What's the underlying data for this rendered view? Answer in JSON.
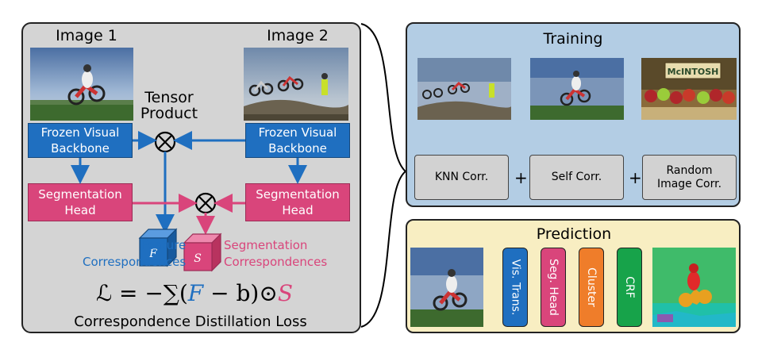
{
  "left": {
    "image1_label": "Image 1",
    "image2_label": "Image 2",
    "tensor_product": "Tensor\nProduct",
    "backbone_left": "Frozen Visual\nBackbone",
    "backbone_right": "Frozen Visual\nBackbone",
    "seg_head_left": "Segmentation\nHead",
    "seg_head_right": "Segmentation\nHead",
    "feature_corr": "Feature\nCorrespondences",
    "seg_corr": "Segmentation\nCorrespondences",
    "cube_f": "F",
    "cube_s": "S",
    "loss_prefix": "ℒ = −∑(",
    "loss_f": "F",
    "loss_mid": " − b)⊙",
    "loss_s": "S",
    "loss_caption": "Correspondence Distillation Loss"
  },
  "training": {
    "title": "Training",
    "knn": "KNN Corr.",
    "self": "Self Corr.",
    "random": "Random\nImage Corr.",
    "plus1": "+",
    "plus2": "+",
    "sign_text": "McINTOSH"
  },
  "prediction": {
    "title": "Prediction",
    "steps": [
      {
        "label": "Vis. Trans.",
        "color": "#1f6fc0"
      },
      {
        "label": "Seg. Head",
        "color": "#d9457b"
      },
      {
        "label": "Cluster",
        "color": "#ef7d2a"
      },
      {
        "label": "CRF",
        "color": "#17a34a"
      }
    ]
  },
  "colors": {
    "feature_blue": "#1f6fc0",
    "segmentation_pink": "#d9457b"
  }
}
